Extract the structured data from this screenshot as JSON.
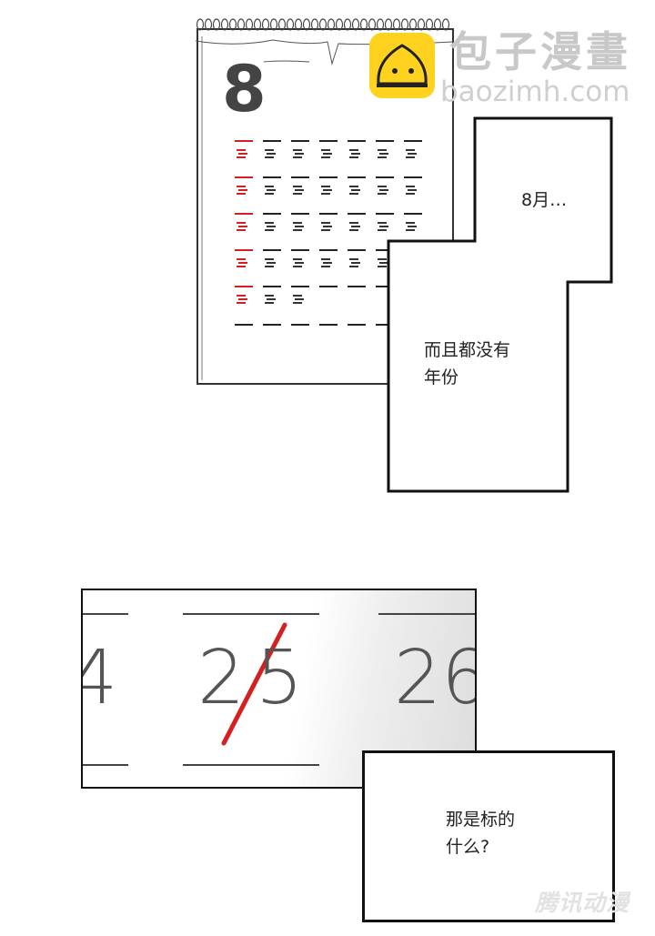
{
  "calendar": {
    "month_number": "8"
  },
  "bubbles": [
    {
      "text": "8月…"
    },
    {
      "lines": [
        "而且都没有",
        "年份"
      ]
    },
    {
      "lines": [
        "那是标的",
        "什么?"
      ]
    }
  ],
  "closeup": {
    "dates": [
      "4",
      "2",
      "5",
      "26"
    ],
    "mark_color": "#d42020"
  },
  "watermark": {
    "cn": "包子漫畫",
    "en": "baozimh.com",
    "logo_color": "#ffd21f"
  },
  "publisher_logo": {
    "text": "腾讯动漫"
  }
}
